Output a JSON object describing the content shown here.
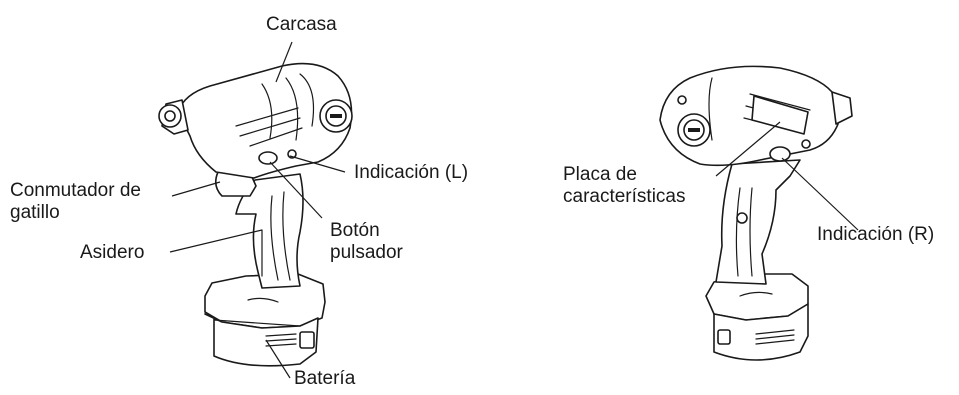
{
  "labels": {
    "carcasa": "Carcasa",
    "indicacion_l": "Indicación (L)",
    "conmutador_line1": "Conmutador de",
    "conmutador_line2": "gatillo",
    "boton_line1": "Botón",
    "boton_line2": "pulsador",
    "asidero": "Asidero",
    "bateria": "Batería",
    "placa_line1": "Placa de",
    "placa_line2": "características",
    "indicacion_r": "Indicación (R)"
  },
  "colors": {
    "ink": "#1a1a1a",
    "paper": "#ffffff"
  }
}
